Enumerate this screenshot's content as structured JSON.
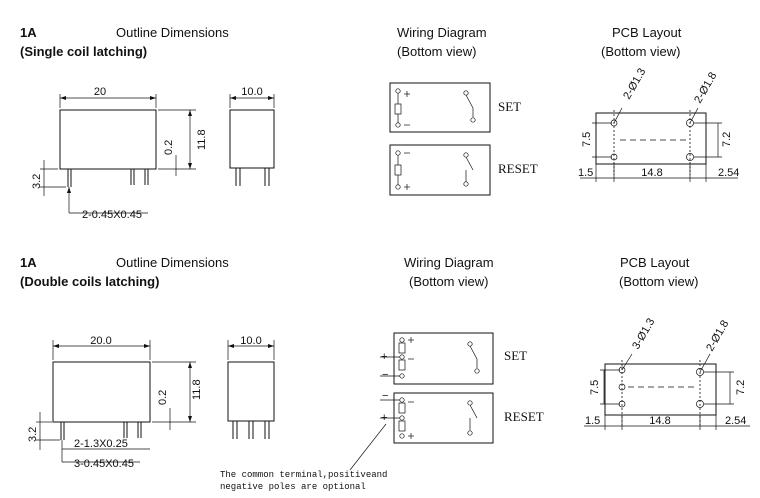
{
  "section1": {
    "rating": "1A",
    "type": "(Single coil latching)",
    "outline_title": "Outline Dimensions",
    "wiring_title": "Wiring Diagram",
    "wiring_view": "(Bottom view)",
    "pcb_title": "PCB Layout",
    "pcb_view": "(Bottom view)",
    "dims": {
      "length": "20",
      "width": "10.0",
      "height": "11.8",
      "gap": "0.2",
      "pin_length": "3.2",
      "pin_spec": "2-0.45X0.45"
    },
    "wiring": {
      "set_label": "SET",
      "reset_label": "RESET"
    },
    "pcb": {
      "hole1": "2-Ø1.3",
      "hole2": "2-Ø1.8",
      "dim_left": "7.5",
      "dim_right": "7.2",
      "dim_b1": "1.5",
      "dim_b2": "14.8",
      "dim_b3": "2.54"
    }
  },
  "section2": {
    "rating": "1A",
    "type": "(Double coils latching)",
    "outline_title": "Outline Dimensions",
    "wiring_title": "Wiring Diagram",
    "wiring_view": "(Bottom view)",
    "pcb_title": "PCB Layout",
    "pcb_view": "(Bottom view)",
    "dims": {
      "length": "20.0",
      "width": "10.0",
      "height": "11.8",
      "gap": "0.2",
      "pin_length": "3.2",
      "pin_spec_a": "2-1.3X0.25",
      "pin_spec_b": "3-0.45X0.45"
    },
    "wiring": {
      "set_label": "SET",
      "reset_label": "RESET"
    },
    "pcb": {
      "hole1": "3-Ø1.3",
      "hole2": "2-Ø1.8",
      "dim_left": "7.5",
      "dim_right": "7.2",
      "dim_b1": "1.5",
      "dim_b2": "14.8",
      "dim_b3": "2.54"
    },
    "note_line1": "The common terminal,positiveand",
    "note_line2": "negative poles are optional"
  }
}
